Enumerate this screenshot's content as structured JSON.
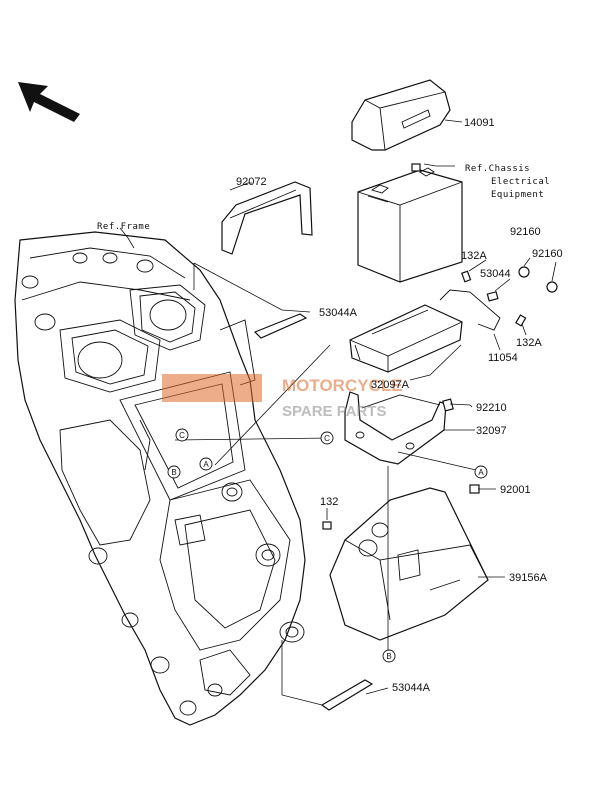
{
  "watermark": {
    "brand": "MOTORCYCLE",
    "sub": "SPARE PARTS",
    "color": "#e06a2a"
  },
  "refs": {
    "frame": "Ref.Frame",
    "chassis_line1": "Ref.Chassis",
    "chassis_line2": "Electrical",
    "chassis_line3": "Equipment"
  },
  "parts": {
    "p14091": "14091",
    "p92072": "92072",
    "p132A_top": "132A",
    "p53044": "53044",
    "p92160_a": "92160",
    "p92160_b": "92160",
    "p53044A_top": "53044A",
    "p132A_mid": "132A",
    "p11054": "11054",
    "p32097A": "32097A",
    "p92210": "92210",
    "p32097": "32097",
    "p92001": "92001",
    "p132": "132",
    "p39156A": "39156A",
    "p53044A_bottom": "53044A"
  },
  "callouts": {
    "a": "A",
    "b": "B",
    "c": "C"
  }
}
